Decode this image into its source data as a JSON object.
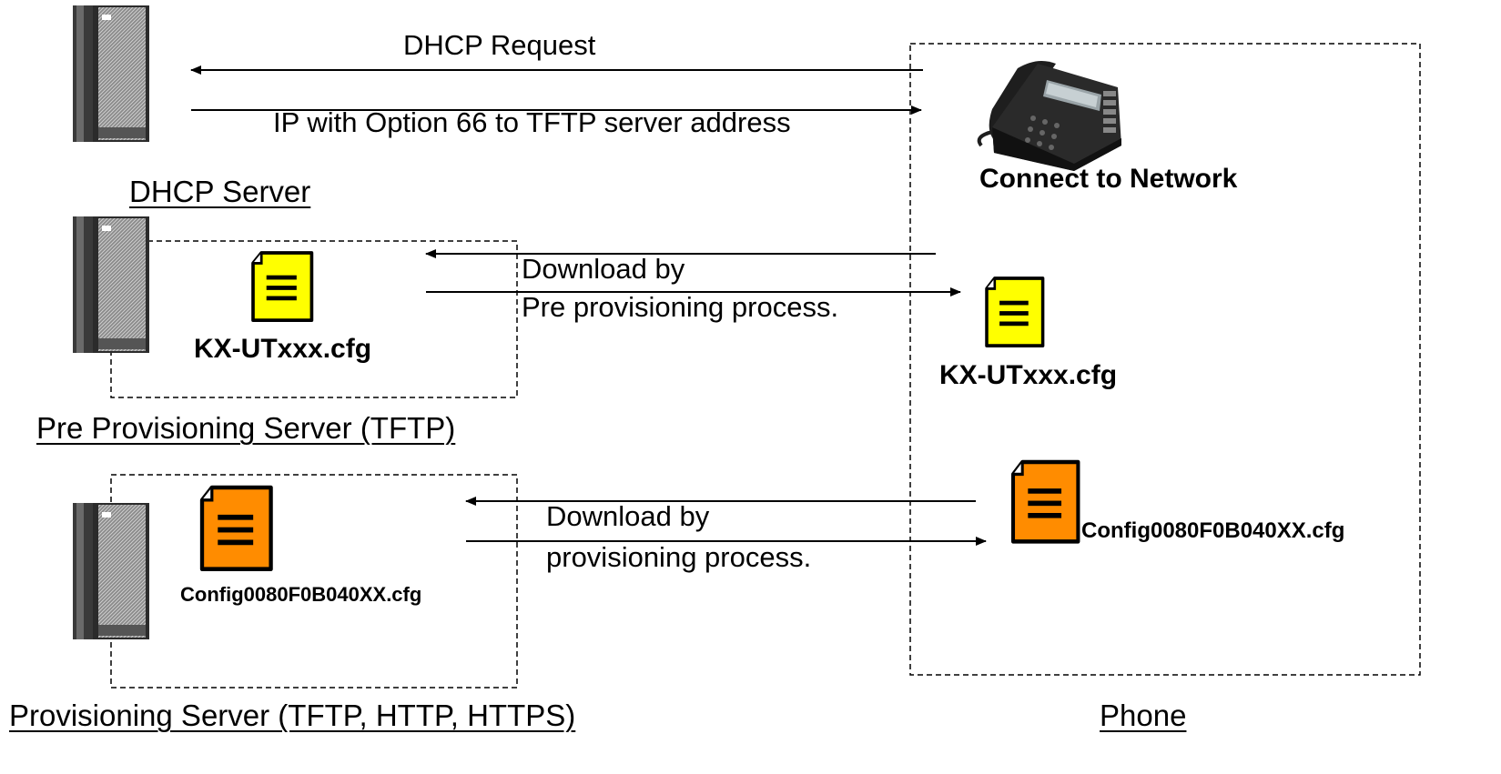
{
  "title_fragment": "",
  "servers": {
    "dhcp": {
      "label": "DHCP Server"
    },
    "pre": {
      "label": "Pre Provisioning Server (TFTP)",
      "file": "KX-UTxxx.cfg"
    },
    "prov": {
      "label": "Provisioning Server (TFTP, HTTP, HTTPS)",
      "file": "Config0080F0B040XX.cfg"
    }
  },
  "phone": {
    "label": "Phone",
    "connect": "Connect to Network",
    "file1": "KX-UTxxx.cfg",
    "file2": "Config0080F0B040XX.cfg"
  },
  "messages": {
    "dhcp_request": "DHCP Request",
    "dhcp_reply": "IP with Option 66 to TFTP server address",
    "pre_line1": "Download by",
    "pre_line2": "Pre provisioning process.",
    "prov_line1": "Download by",
    "prov_line2": "provisioning process."
  },
  "colors": {
    "file_pre": "#ffff00",
    "file_prov": "#ff8c00",
    "server_body": "#4a4a4a"
  },
  "icons": [
    "server-icon",
    "file-icon",
    "phone-icon"
  ]
}
